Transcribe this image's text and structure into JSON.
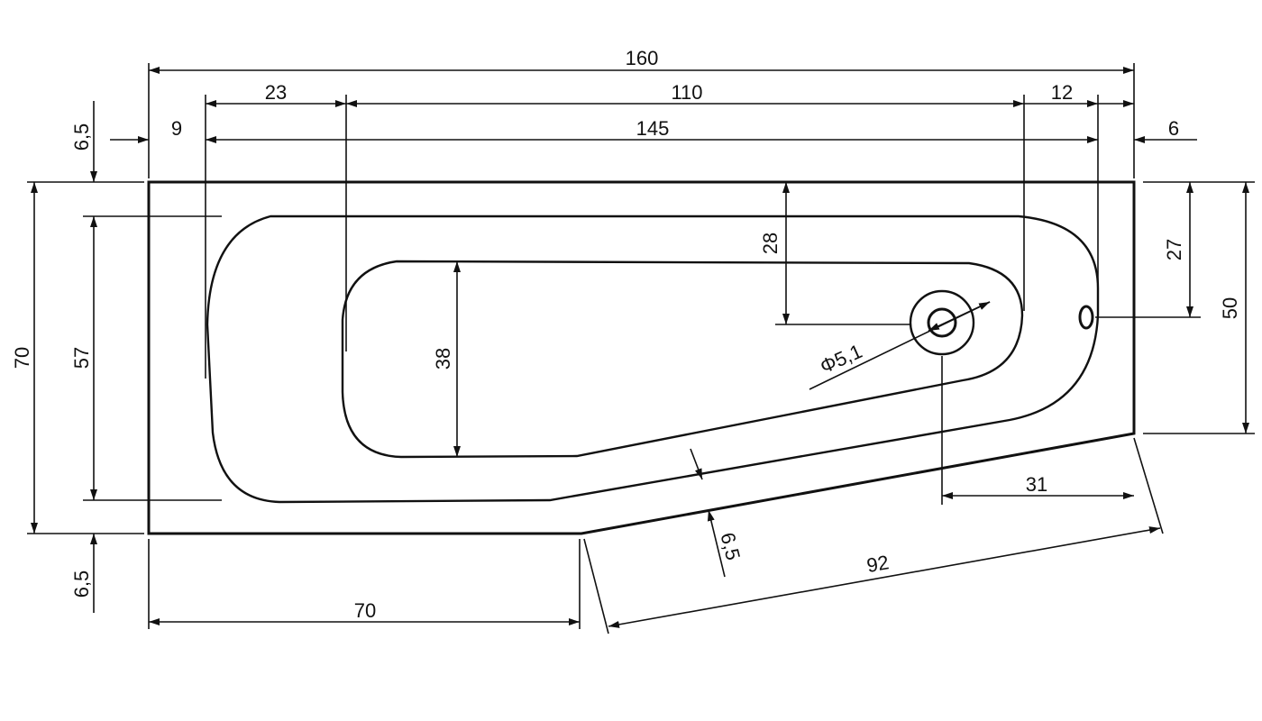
{
  "dimensions": {
    "overall_length": "160",
    "seg_23": "23",
    "seg_110": "110",
    "seg_12": "12",
    "left_9": "9",
    "inner_145": "145",
    "right_6": "6",
    "height_70": "70",
    "inner_57": "57",
    "top_6_5": "6,5",
    "bottom_6_5": "6,5",
    "bowl_38": "38",
    "drain_depth_28": "28",
    "overflow_27": "27",
    "right_height_50": "50",
    "drain_diameter": "Φ5,1",
    "drain_offset_31": "31",
    "rim_6_5": "6,5",
    "angled_92": "92",
    "straight_70": "70"
  }
}
